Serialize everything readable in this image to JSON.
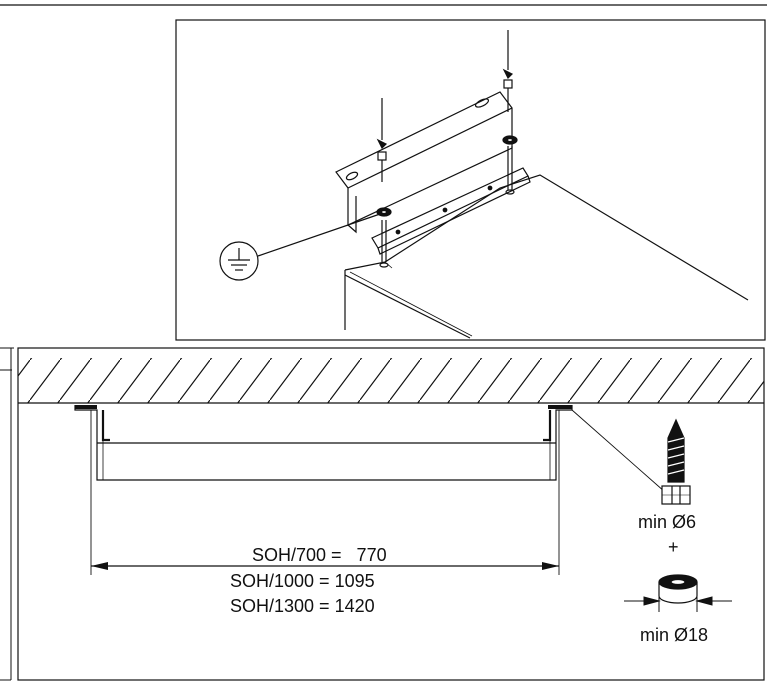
{
  "colors": {
    "ink": "#111111",
    "background": "#ffffff"
  },
  "icons": {
    "ground": "ground-symbol-icon",
    "screw": "screw-icon",
    "washer": "washer-icon"
  },
  "dimensions": {
    "lines": [
      "SOH/700 =   770",
      "SOH/1000 = 1095",
      "SOH/1300 = 1420"
    ]
  },
  "screw_spec": {
    "screw_label": "min Ø6",
    "plus": "+",
    "washer_label": "min Ø18"
  }
}
